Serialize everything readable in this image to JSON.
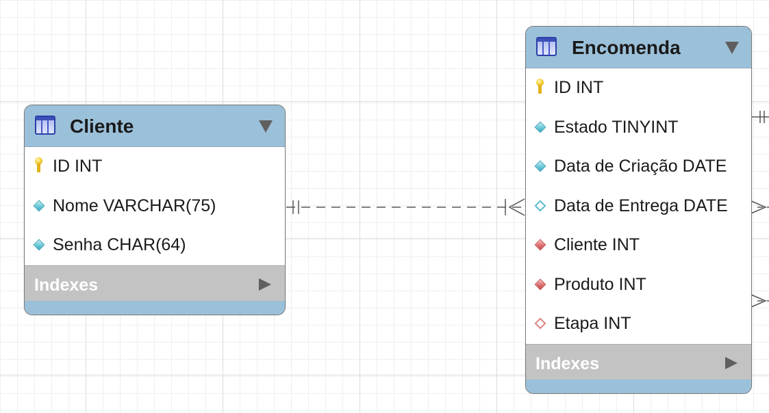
{
  "colors": {
    "header_bg": "#9bc0d9",
    "footer_bg": "#9bc0d9",
    "indexes_bg": "#c3c3c3",
    "connector": "#555555",
    "grid_major": "#dcdcdc",
    "grid_minor": "#efefef"
  },
  "tables": [
    {
      "title": "Cliente",
      "icon": "table-icon",
      "columns": [
        {
          "label": "ID INT",
          "icon": "primary-key-icon"
        },
        {
          "label": "Nome VARCHAR(75)",
          "icon": "column-not-null-icon"
        },
        {
          "label": "Senha CHAR(64)",
          "icon": "column-not-null-icon"
        }
      ],
      "indexes_label": "Indexes"
    },
    {
      "title": "Encomenda",
      "icon": "table-icon",
      "columns": [
        {
          "label": "ID INT",
          "icon": "primary-key-icon"
        },
        {
          "label": "Estado TINYINT",
          "icon": "column-not-null-icon"
        },
        {
          "label": "Data de Criação DATE",
          "icon": "column-not-null-icon"
        },
        {
          "label": "Data de Entrega DATE",
          "icon": "column-nullable-icon"
        },
        {
          "label": "Cliente INT",
          "icon": "foreign-key-not-null-icon"
        },
        {
          "label": "Produto INT",
          "icon": "foreign-key-not-null-icon"
        },
        {
          "label": "Etapa INT",
          "icon": "foreign-key-nullable-icon"
        }
      ],
      "indexes_label": "Indexes"
    }
  ],
  "relationships": [
    {
      "from": "Cliente",
      "to": "Encomenda",
      "from_cardinality": "one-and-only-one",
      "to_cardinality": "one-or-many",
      "style": "dashed"
    }
  ]
}
